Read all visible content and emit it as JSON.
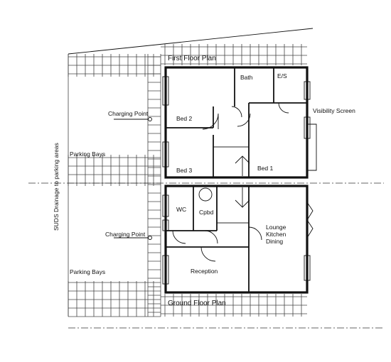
{
  "labels": {
    "first_floor_plan": "First Floor Plan",
    "ground_floor_plan": "Ground Floor Plan",
    "bath": "Bath",
    "es": "E/S",
    "visibility_screen": "Visibility Screen",
    "bed2": "Bed 2",
    "bed3": "Bed 3",
    "bed1": "Bed 1",
    "charging_point_top": "Charging Point",
    "charging_point_bottom": "Charging Point",
    "parking_bays_top": "Parking Bays",
    "parking_bays_bottom": "Parking Bays",
    "suds": "SUDS Drainage to parking areas",
    "wc": "WC",
    "cpbd": "Cpbd",
    "lounge": "Lounge",
    "kitchen": "Kitchen",
    "dining": "Dining",
    "reception": "Reception"
  }
}
